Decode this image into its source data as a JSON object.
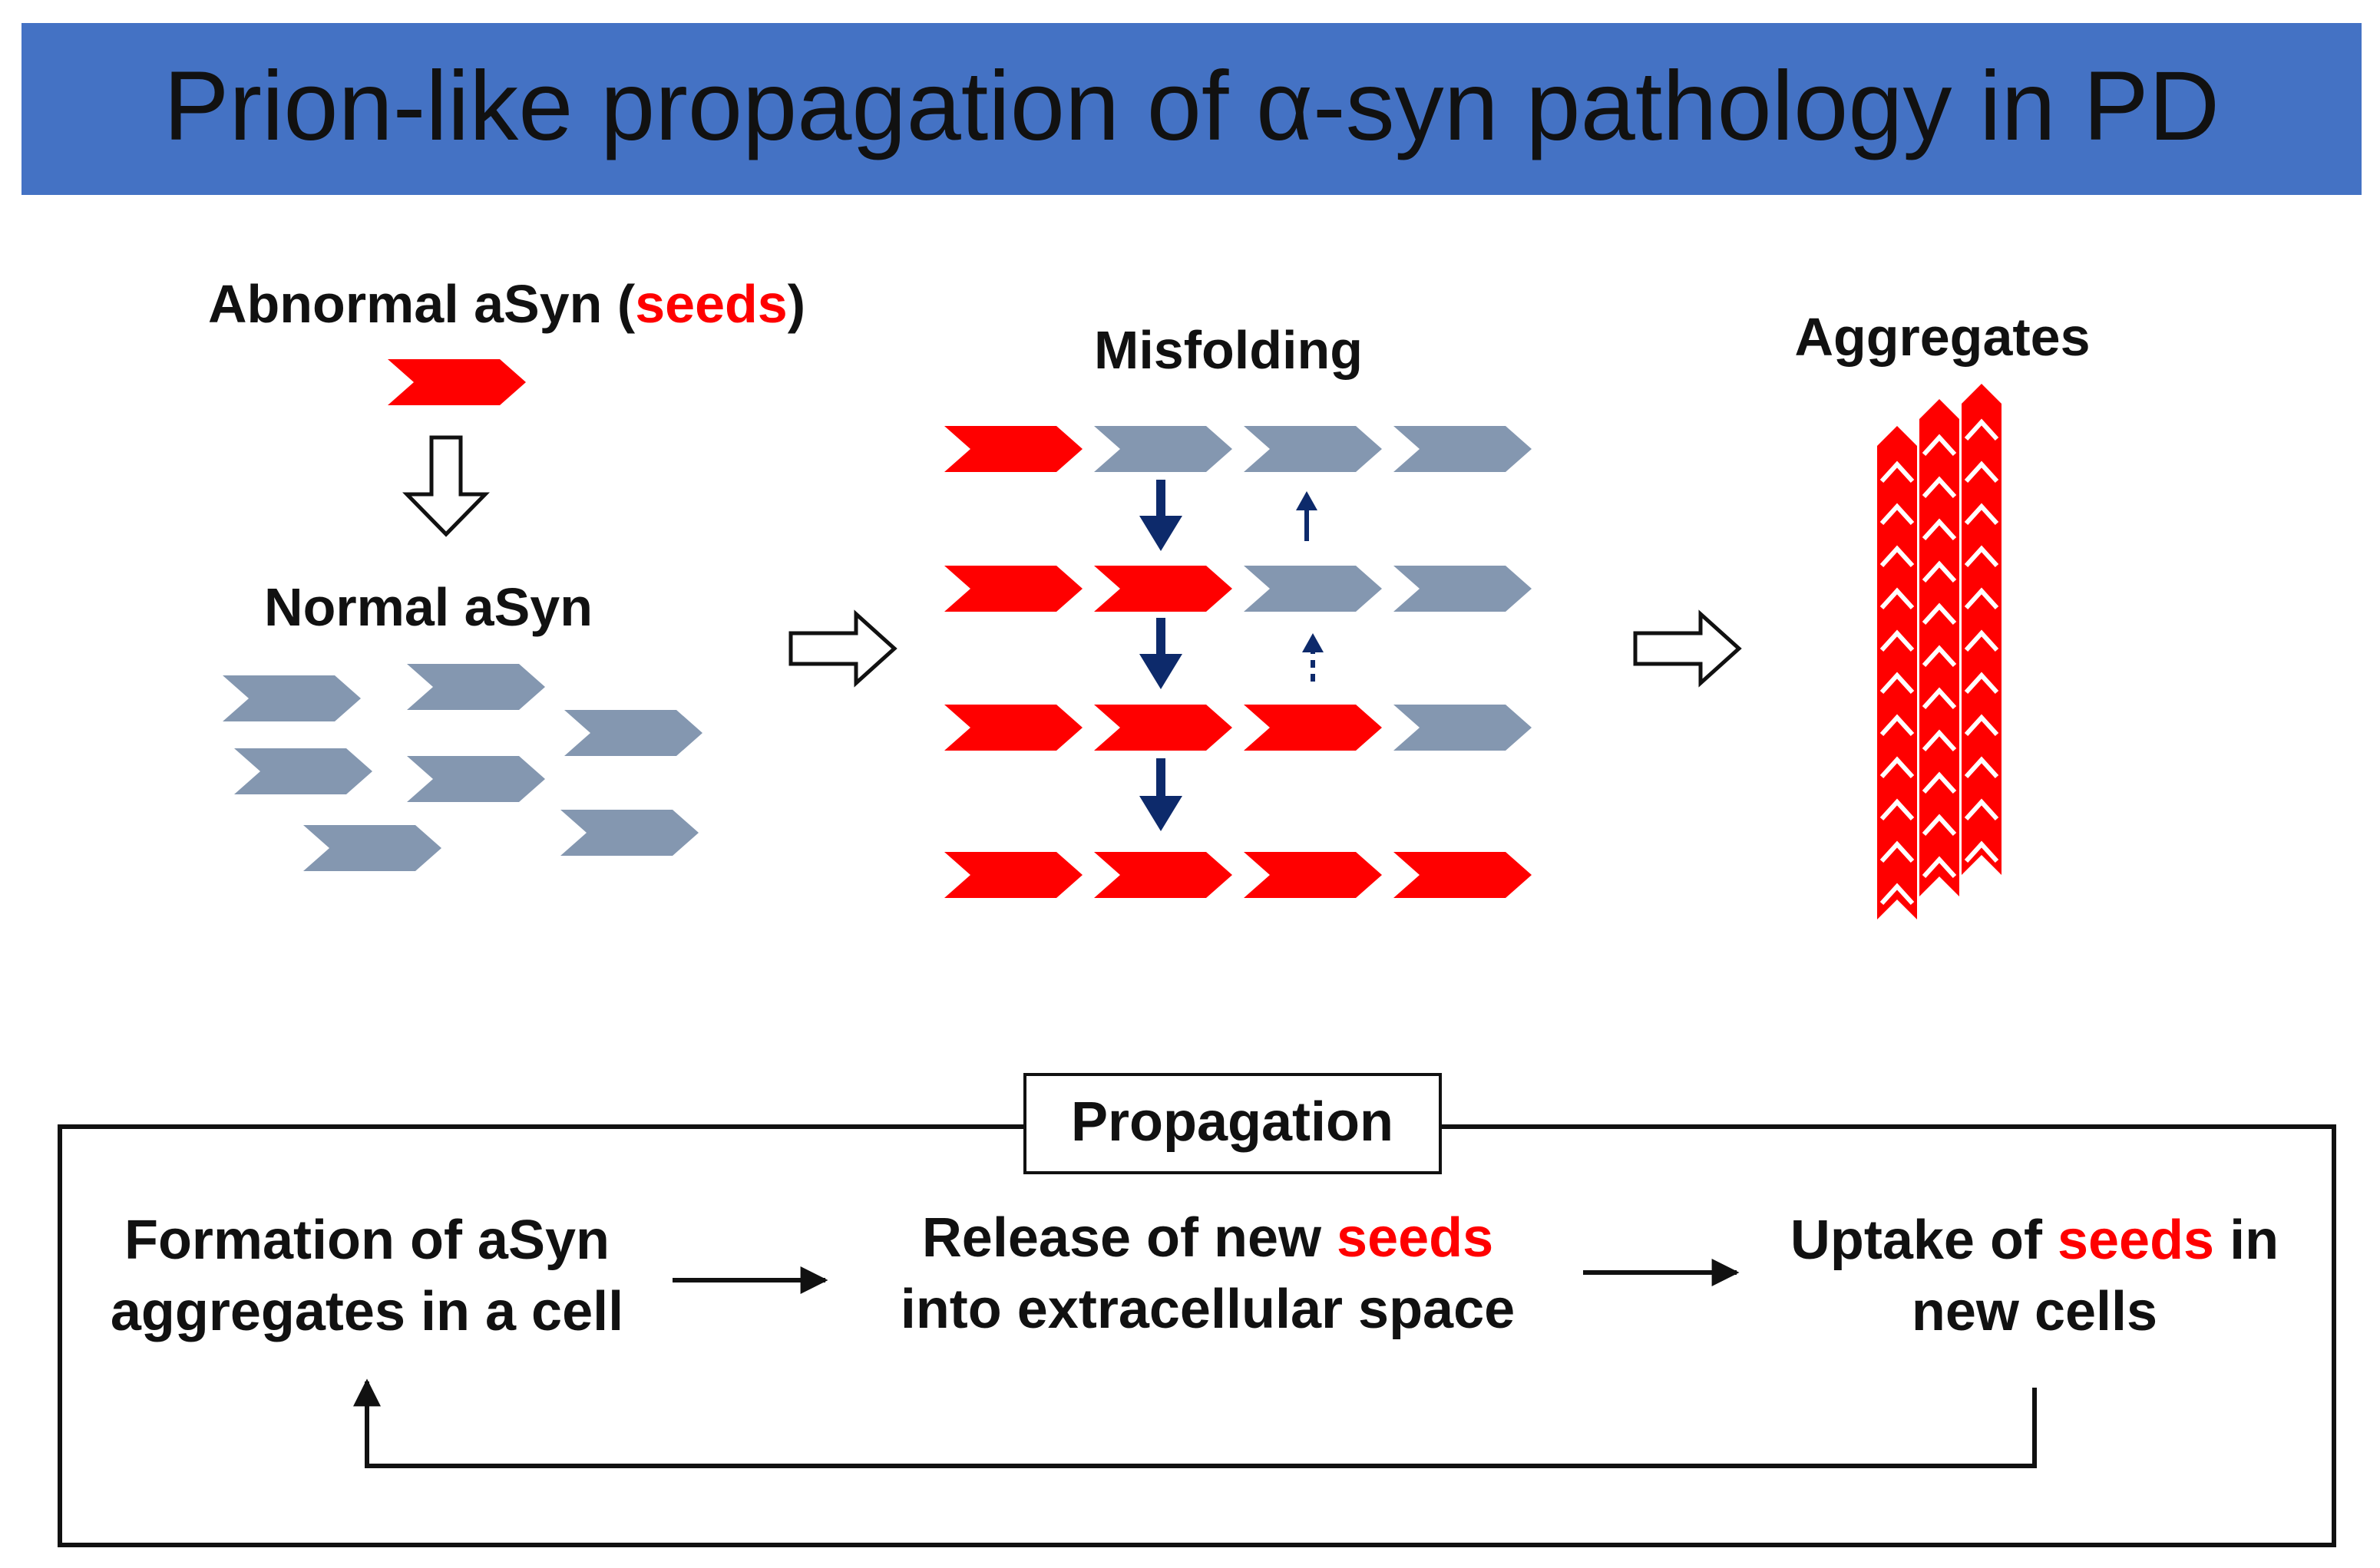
{
  "title": "Prion-like propagation of α-syn pathology in PD",
  "labels": {
    "abnormal_prefix": "Abnormal aSyn (",
    "abnormal_seeds": "seeds",
    "abnormal_suffix": ")",
    "normal": "Normal aSyn",
    "misfolding": "Misfolding",
    "aggregates": "Aggregates"
  },
  "propagation": {
    "title": "Propagation",
    "step1": {
      "line1": "Formation of aSyn",
      "line2": "aggregates in a cell"
    },
    "step2": {
      "line1_prefix": "Release of new ",
      "line1_seeds": "seeds",
      "line2": "into extracellular space"
    },
    "step3": {
      "line1_prefix": "Uptake of ",
      "line1_seeds": "seeds",
      "line1_suffix": " in",
      "line2": "new cells"
    }
  },
  "misfolding_grid": [
    [
      "red",
      "gray",
      "gray",
      "gray"
    ],
    [
      "red",
      "red",
      "gray",
      "gray"
    ],
    [
      "red",
      "red",
      "red",
      "gray"
    ],
    [
      "red",
      "red",
      "red",
      "red"
    ]
  ],
  "colors": {
    "title_band": "#4472C4",
    "seed_red": "#FF0000",
    "normal_gray": "#8497B0",
    "arrow_navy": "#0D2A6B"
  }
}
